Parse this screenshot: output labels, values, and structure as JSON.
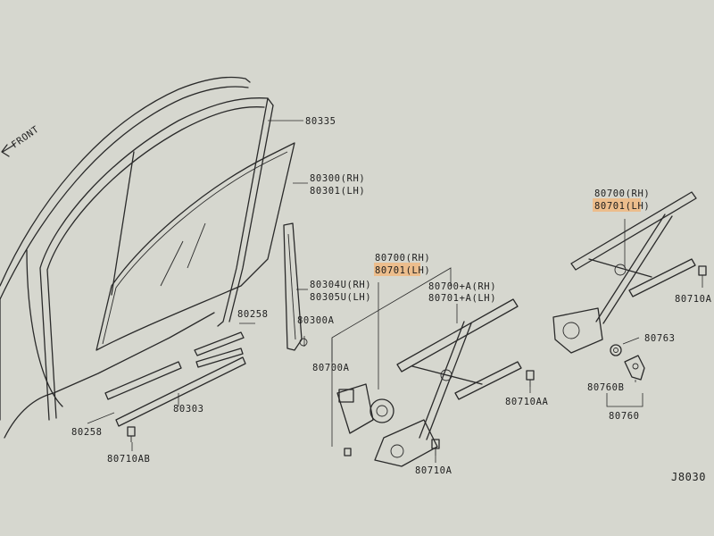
{
  "diagram": {
    "front_label": "FRONT",
    "code": "J8030",
    "labels": {
      "p80335": "80335",
      "p80300_rh": "80300(RH)",
      "p80301_lh": "80301(LH)",
      "p80304u_rh": "80304U(RH)",
      "p80305u_lh": "80305U(LH)",
      "p80258_top": "80258",
      "p80258_bottom": "80258",
      "p80300a": "80300A",
      "p80303": "80303",
      "p80700a": "80700A",
      "p80710ab": "80710AB",
      "p80700_rh_mid": "80700(RH)",
      "p80701_lh_mid": "80701(LH)",
      "p80700a_rh": "80700+A(RH)",
      "p80701a_lh": "80701+A(LH)",
      "p80710aa": "80710AA",
      "p80710a_mid": "80710A",
      "p80700_rh_right": "80700(RH)",
      "p80701_lh_right": "80701(LH)",
      "p80710a_right": "80710A",
      "p80763": "80763",
      "p80760b": "80760B",
      "p80760": "80760"
    },
    "highlight_color": "#f0b880"
  }
}
